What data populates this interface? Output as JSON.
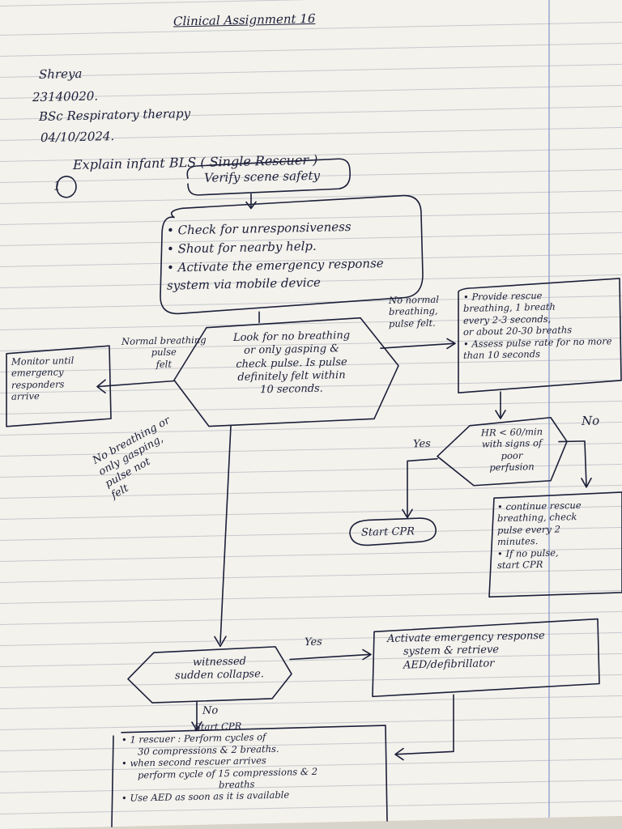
{
  "title": "Clinical Assignment 16",
  "header": {
    "name": "Shreya",
    "roll": "23140020.",
    "course": "BSc Respiratory therapy",
    "date": "04/10/2024."
  },
  "question": {
    "number": "1",
    "text": "Explain infant BLS ( Single Rescuer )"
  },
  "flow": {
    "scene_safety": "Verify scene safety",
    "initial_steps": [
      "• Check for unresponsiveness",
      "• Shout for nearby help.",
      "• Activate the emergency response",
      "system via mobile device"
    ],
    "assess": [
      "Look for no breathing",
      "or only gasping &",
      "check pulse. Is pulse",
      "definitely felt within",
      "10 seconds."
    ],
    "normal_label": [
      "Normal breathing",
      "pulse",
      "felt"
    ],
    "monitor": [
      "Monitor until",
      "emergency",
      "responders",
      "arrive"
    ],
    "no_normal_label": [
      "No normal",
      "breathing,",
      "pulse felt."
    ],
    "rescue_breathing": [
      "• Provide rescue",
      "breathing, 1 breath",
      "every 2-3 seconds,",
      "or about 20-30 breaths",
      "• Assess pulse rate for no more",
      "than 10 seconds"
    ],
    "hr_check": [
      "HR < 60/min",
      "with signs of",
      "poor",
      "perfusion"
    ],
    "yes": "Yes",
    "no": "No",
    "start_cpr": "Start CPR",
    "continue": [
      "• continue rescue",
      "breathing, check",
      "pulse every 2",
      "minutes.",
      "• If no pulse,",
      "start CPR"
    ],
    "no_breathing_label": [
      "No breathing or",
      "only gasping,",
      "pulse not",
      "felt"
    ],
    "witnessed": [
      "witnessed",
      "sudden collapse."
    ],
    "activate_aed": [
      "Activate emergency response",
      "system & retrieve",
      "AED/defibrillator"
    ],
    "start_cpr_box": [
      "Start CPR",
      "• 1 rescuer : Perform cycles of",
      "30 compressions & 2 breaths.",
      "• when second rescuer arrives",
      "perform cycle of 15 compressions & 2",
      "breaths",
      "• Use AED as soon as it is available"
    ]
  }
}
